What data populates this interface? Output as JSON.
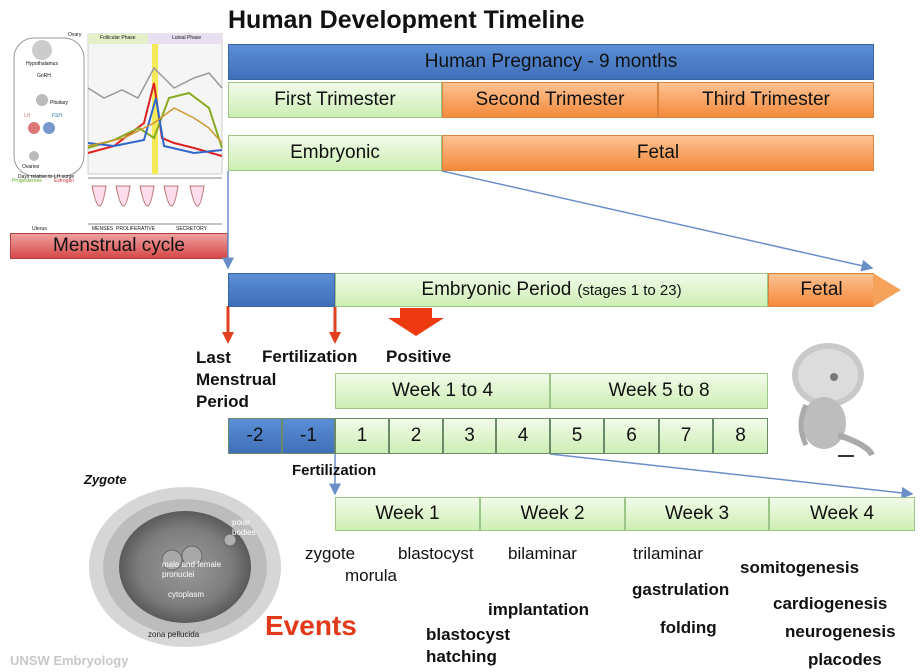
{
  "title": "Human Development Timeline",
  "pregnancy": "Human Pregnancy - 9 months",
  "trimesters": [
    "First Trimester",
    "Second Trimester",
    "Third Trimester"
  ],
  "periods": {
    "embryonic": "Embryonic",
    "fetal": "Fetal"
  },
  "menstrual": "Menstrual cycle",
  "embryonic_period": {
    "main": "Embryonic Period",
    "sub": "(stages 1 to 23)",
    "fetal": "Fetal"
  },
  "markers": {
    "lmp": "Last\nMenstrual\nPeriod",
    "fertilization": "Fertilization",
    "positive": "Positive"
  },
  "week_groups": [
    "Week 1 to 4",
    "Week 5 to 8"
  ],
  "weeks": [
    "-2",
    "-1",
    "1",
    "2",
    "3",
    "4",
    "5",
    "6",
    "7",
    "8"
  ],
  "fertilization_label": "Fertilization",
  "first_month_weeks": [
    "Week 1",
    "Week 2",
    "Week 3",
    "Week 4"
  ],
  "events_title": "Events",
  "events": {
    "zygote": "zygote",
    "morula": "morula",
    "blastocyst": "blastocyst",
    "bilaminar": "bilaminar",
    "trilaminar": "trilaminar",
    "somitogenesis": "somitogenesis",
    "gastrulation": "gastrulation",
    "implantation": "implantation",
    "cardiogenesis": "cardiogenesis",
    "blastocyst_hatching": "blastocyst\nhatching",
    "folding": "folding",
    "neurogenesis": "neurogenesis",
    "placodes": "placodes"
  },
  "zygote_image": {
    "title": "Zygote",
    "labels": [
      "polar bodies",
      "male and female pronuclei",
      "cytoplasm",
      "zona pellucida"
    ]
  },
  "menstrual_chart": {
    "top_labels": [
      "Ovary",
      "Follicular Phase",
      "Luteal Phase"
    ],
    "side_labels": [
      "Hypothalamus",
      "GnRH",
      "Pituitary",
      "LH",
      "FSH",
      "Ovaries",
      "Progesterone",
      "Estrogen"
    ],
    "row_label": "Days relative to LH surge",
    "uterus_label": "Uterus",
    "phases": [
      "MENSES",
      "PROLIFERATIVE",
      "SECRETORY"
    ]
  },
  "credit": "UNSW Embryology",
  "colors": {
    "blue": "#4a7cc6",
    "green": "#d8f2c4",
    "orange": "#f39a55",
    "red": "#e05a5a",
    "events": "#e03a1a"
  }
}
